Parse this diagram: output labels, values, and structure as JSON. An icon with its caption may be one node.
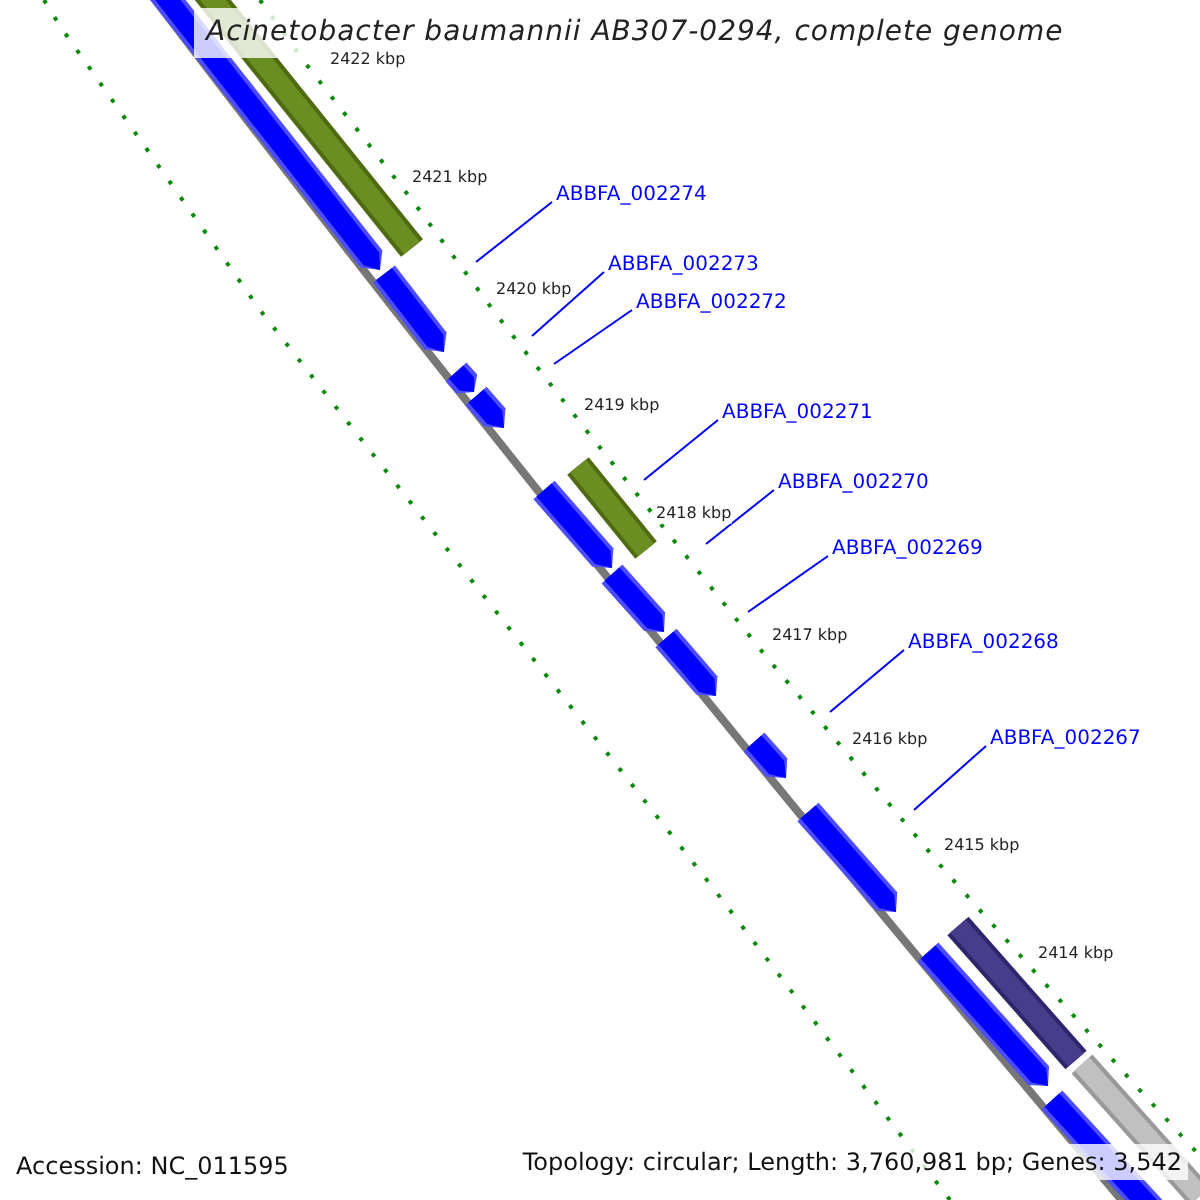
{
  "diagram": {
    "title": "Acinetobacter baumannii AB307-0294, complete genome",
    "nodes": [
      {
        "text": [
          "ABBFA_002274"
        ]
      },
      {
        "text": [
          "ABBFA_002273"
        ]
      },
      {
        "text": [
          "ABBFA_002272"
        ]
      },
      {
        "text": [
          "ABBFA_002271"
        ]
      },
      {
        "text": [
          "ABBFA_002270"
        ]
      },
      {
        "text": [
          "ABBFA_002269"
        ]
      },
      {
        "text": [
          "ABBFA_002268"
        ]
      },
      {
        "text": [
          "ABBFA_002267"
        ]
      }
    ],
    "edges": [
      {
        "from": 0,
        "to": null,
        "arrow": "none"
      },
      {
        "from": 1,
        "to": null,
        "arrow": "none"
      },
      {
        "from": 2,
        "to": null,
        "arrow": "none"
      },
      {
        "from": 3,
        "to": null,
        "arrow": "none"
      },
      {
        "from": 4,
        "to": null,
        "arrow": "none"
      },
      {
        "from": 5,
        "to": null,
        "arrow": "none"
      },
      {
        "from": 6,
        "to": null,
        "arrow": "none"
      },
      {
        "from": 7,
        "to": null,
        "arrow": "none"
      }
    ],
    "labels": [
      "2422 kbp",
      "2421 kbp",
      "2420 kbp",
      "2419 kbp",
      "2418 kbp",
      "2417 kbp",
      "2416 kbp",
      "2415 kbp",
      "2414 kbp",
      "Accession: NC_011595",
      "Topology: circular; Length: 3,760,981 bp; Genes: 3,542"
    ]
  }
}
